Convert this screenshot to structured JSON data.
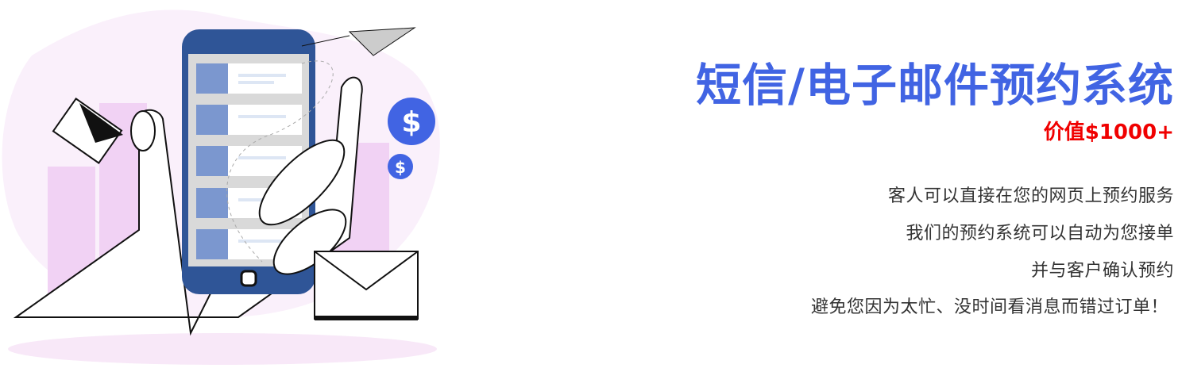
{
  "title": "短信/电子邮件预约系统",
  "price": "价值$1000+",
  "description": [
    "客人可以直接在您的网页上预约服务",
    "我们的预约系统可以自动为您接单",
    "并与客户确认预约",
    "避免您因为太忙、没时间看消息而错过订单！"
  ],
  "colors": {
    "title": "#4164e3",
    "price": "#f00000",
    "phone": "#2f5597",
    "accent": "#4164e3"
  }
}
